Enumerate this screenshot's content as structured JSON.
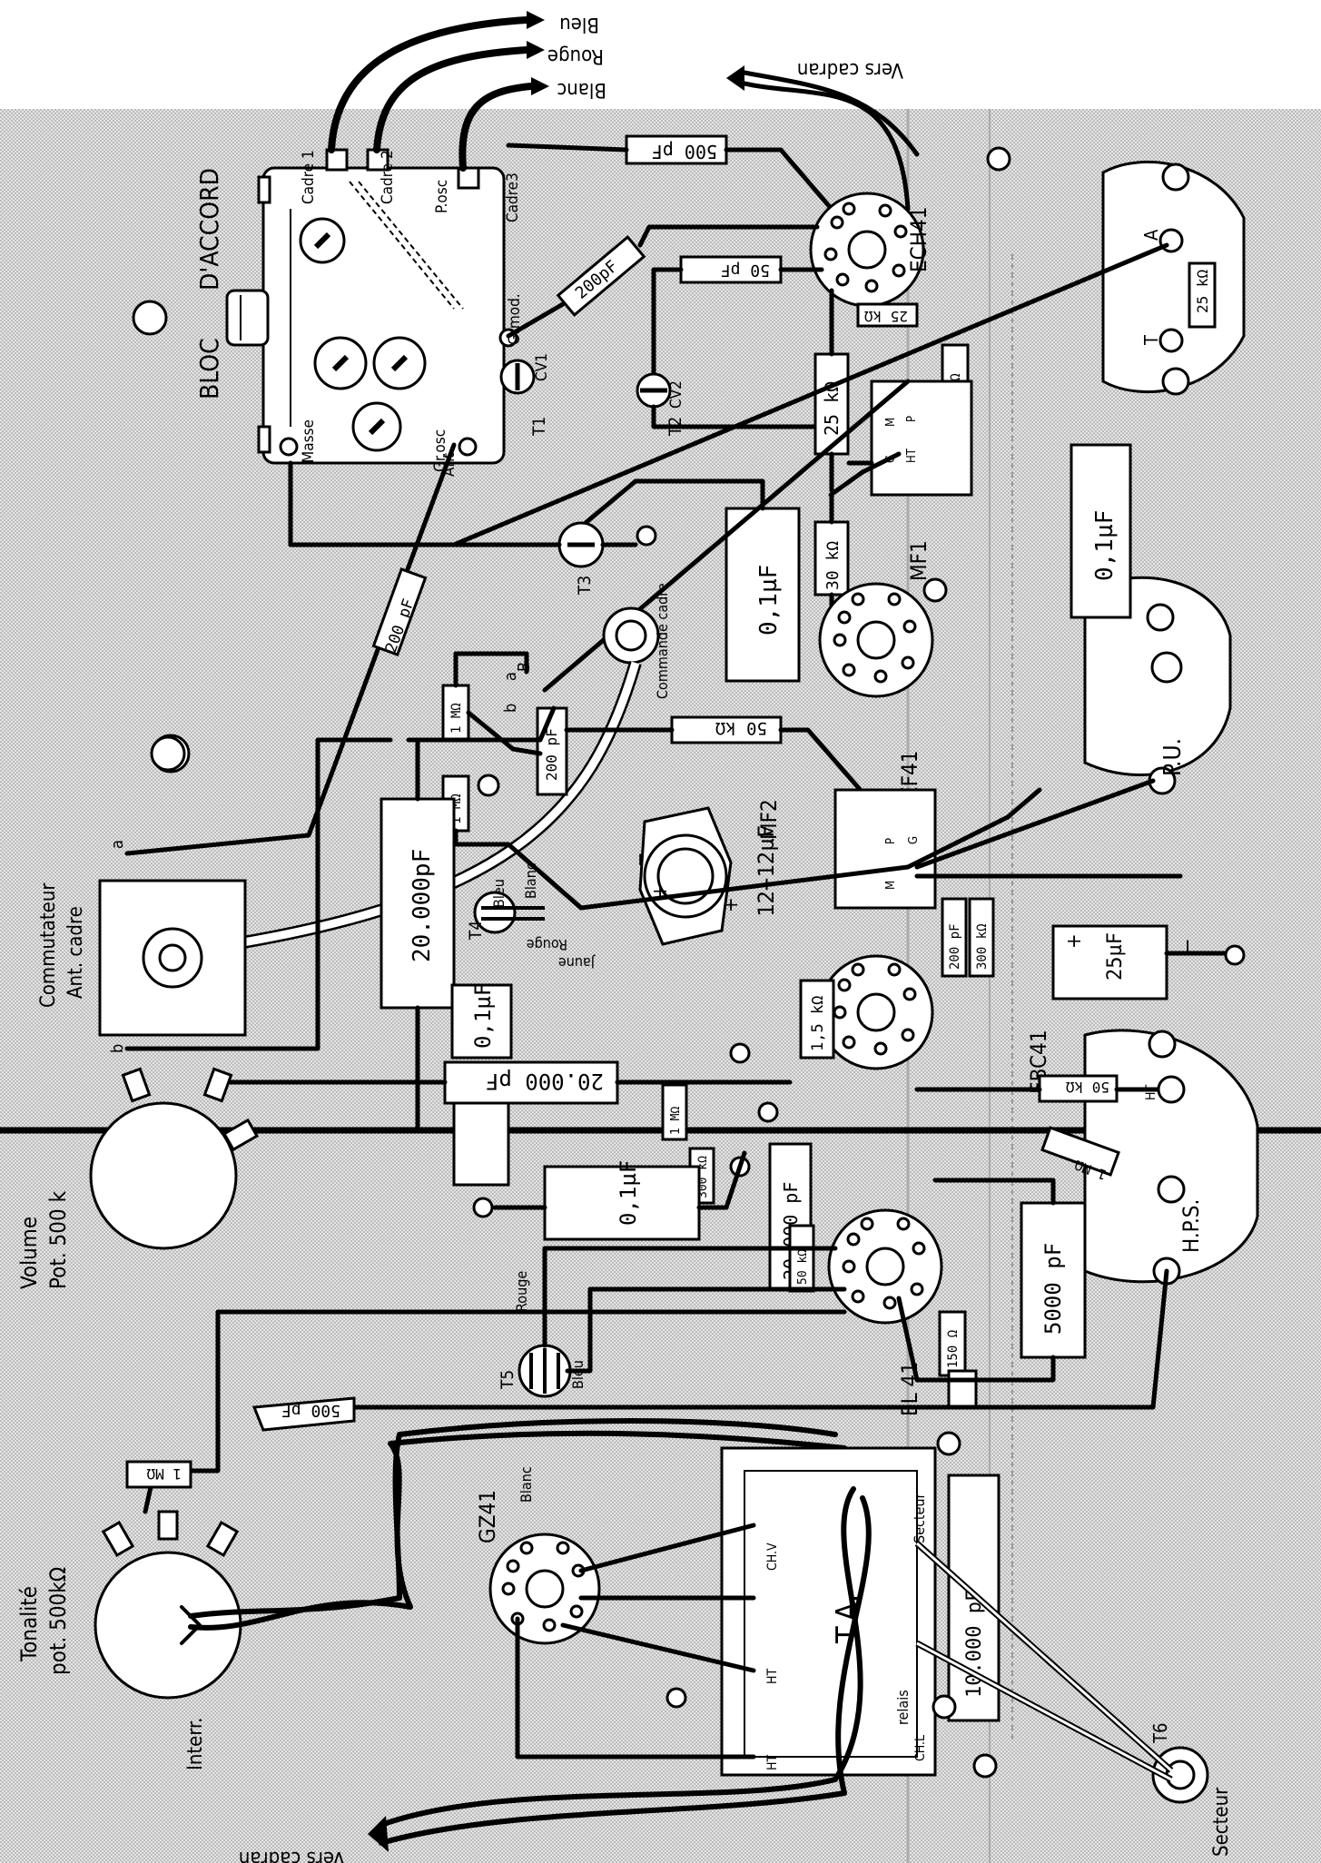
{
  "labels": {
    "bloc": "BLOC",
    "daccord": "D'ACCORD",
    "bleu": "Bleu",
    "rouge_top": "Rouge",
    "blanc_top": "Blanc",
    "vers_cadran": "Vers cadran",
    "ech41": "ECH41",
    "ef41": "EF41",
    "ebc41": "EBC41",
    "el41": "EL 41",
    "gz41": "GZ41",
    "cadre1": "Cadre 1",
    "cadre2": "Cadre 2",
    "cadre3": "Cadre3",
    "p_osc": "P.osc",
    "masse": "Masse",
    "gr_osc": "Gr.osc",
    "ant": "Ant",
    "grmod": "Grmod.",
    "cv1": "CV1",
    "cv2": "CV2",
    "t1": "T1",
    "t2": "T2",
    "t3": "T3",
    "t4": "T4",
    "t5": "T5",
    "t6": "T6",
    "mf1": "MF1",
    "mf2": "MF2",
    "pu": "P.U.",
    "hps": "H.P.S.",
    "ta": "T.A.",
    "relais": "relais",
    "secteur": "Secteur",
    "secteur_bottom": "Secteur",
    "commutateur": "Commutateur",
    "ant_cadre": "Ant. cadre",
    "volume": "Volume",
    "pot500k": "Pot. 500 k",
    "tonalite": "Tonalité",
    "pot500kohm": "pot. 500kΩ",
    "interr": "Interr.",
    "commande_cadre": "Commande cadre",
    "jaune": "Jaune",
    "rouge_t4": "Rouge",
    "blanc_t4": "Blanc",
    "bleu_t4": "Bleu",
    "rouge_t5": "Rouge",
    "bleu_t5": "Bleu",
    "blanc_gz": "Blanc",
    "ht": "HT",
    "chv": "CH.V",
    "chl": "CH.L",
    "a": "A",
    "t": "T",
    "a_lower": "a",
    "b_lower": "b"
  },
  "components": {
    "c500pf_top": "500 pF",
    "c50pf": "50 pF",
    "c200pf_bloc": "200pF",
    "r25k_ech": "25 kΩ",
    "r1m_ech": "1 MΩ",
    "r25k_main": "25 kΩ",
    "r30k": "30 kΩ",
    "c01_mf1": "0,1µF",
    "c01_pu": "0,1µF",
    "r25k_pu": "25 kΩ",
    "c200pf_left": "200 pF",
    "r1m_a": "1 MΩ",
    "r1m_b": "1 MΩ",
    "c200pf_mid": "200 pF",
    "r50k_mid": "50 kΩ",
    "c20000_vert": "20.000pF",
    "c12_12": "12+12µF",
    "c01_t4": "0,1µF",
    "c20000_horiz": "20.000 pF",
    "r15k": "1,5 kΩ",
    "c200pf_ebc": "200 pF",
    "r300k_a": "300 kΩ",
    "c25uf": "25µF",
    "r50k_hps": "50 kΩ",
    "r1m_hps": "1 MΩ",
    "r1m_ebc": "1 MΩ",
    "r300k_b": "300 kΩ",
    "c01_bottom": "0,1µF",
    "c20000_el": "20.000 pF",
    "r50k_el": "50 kΩ",
    "r150": "150 Ω",
    "c5000": "5000 pF",
    "c500pf_ton": "500 pF",
    "r1m_ton": "1 MΩ",
    "c10000": "10.000 pF"
  }
}
